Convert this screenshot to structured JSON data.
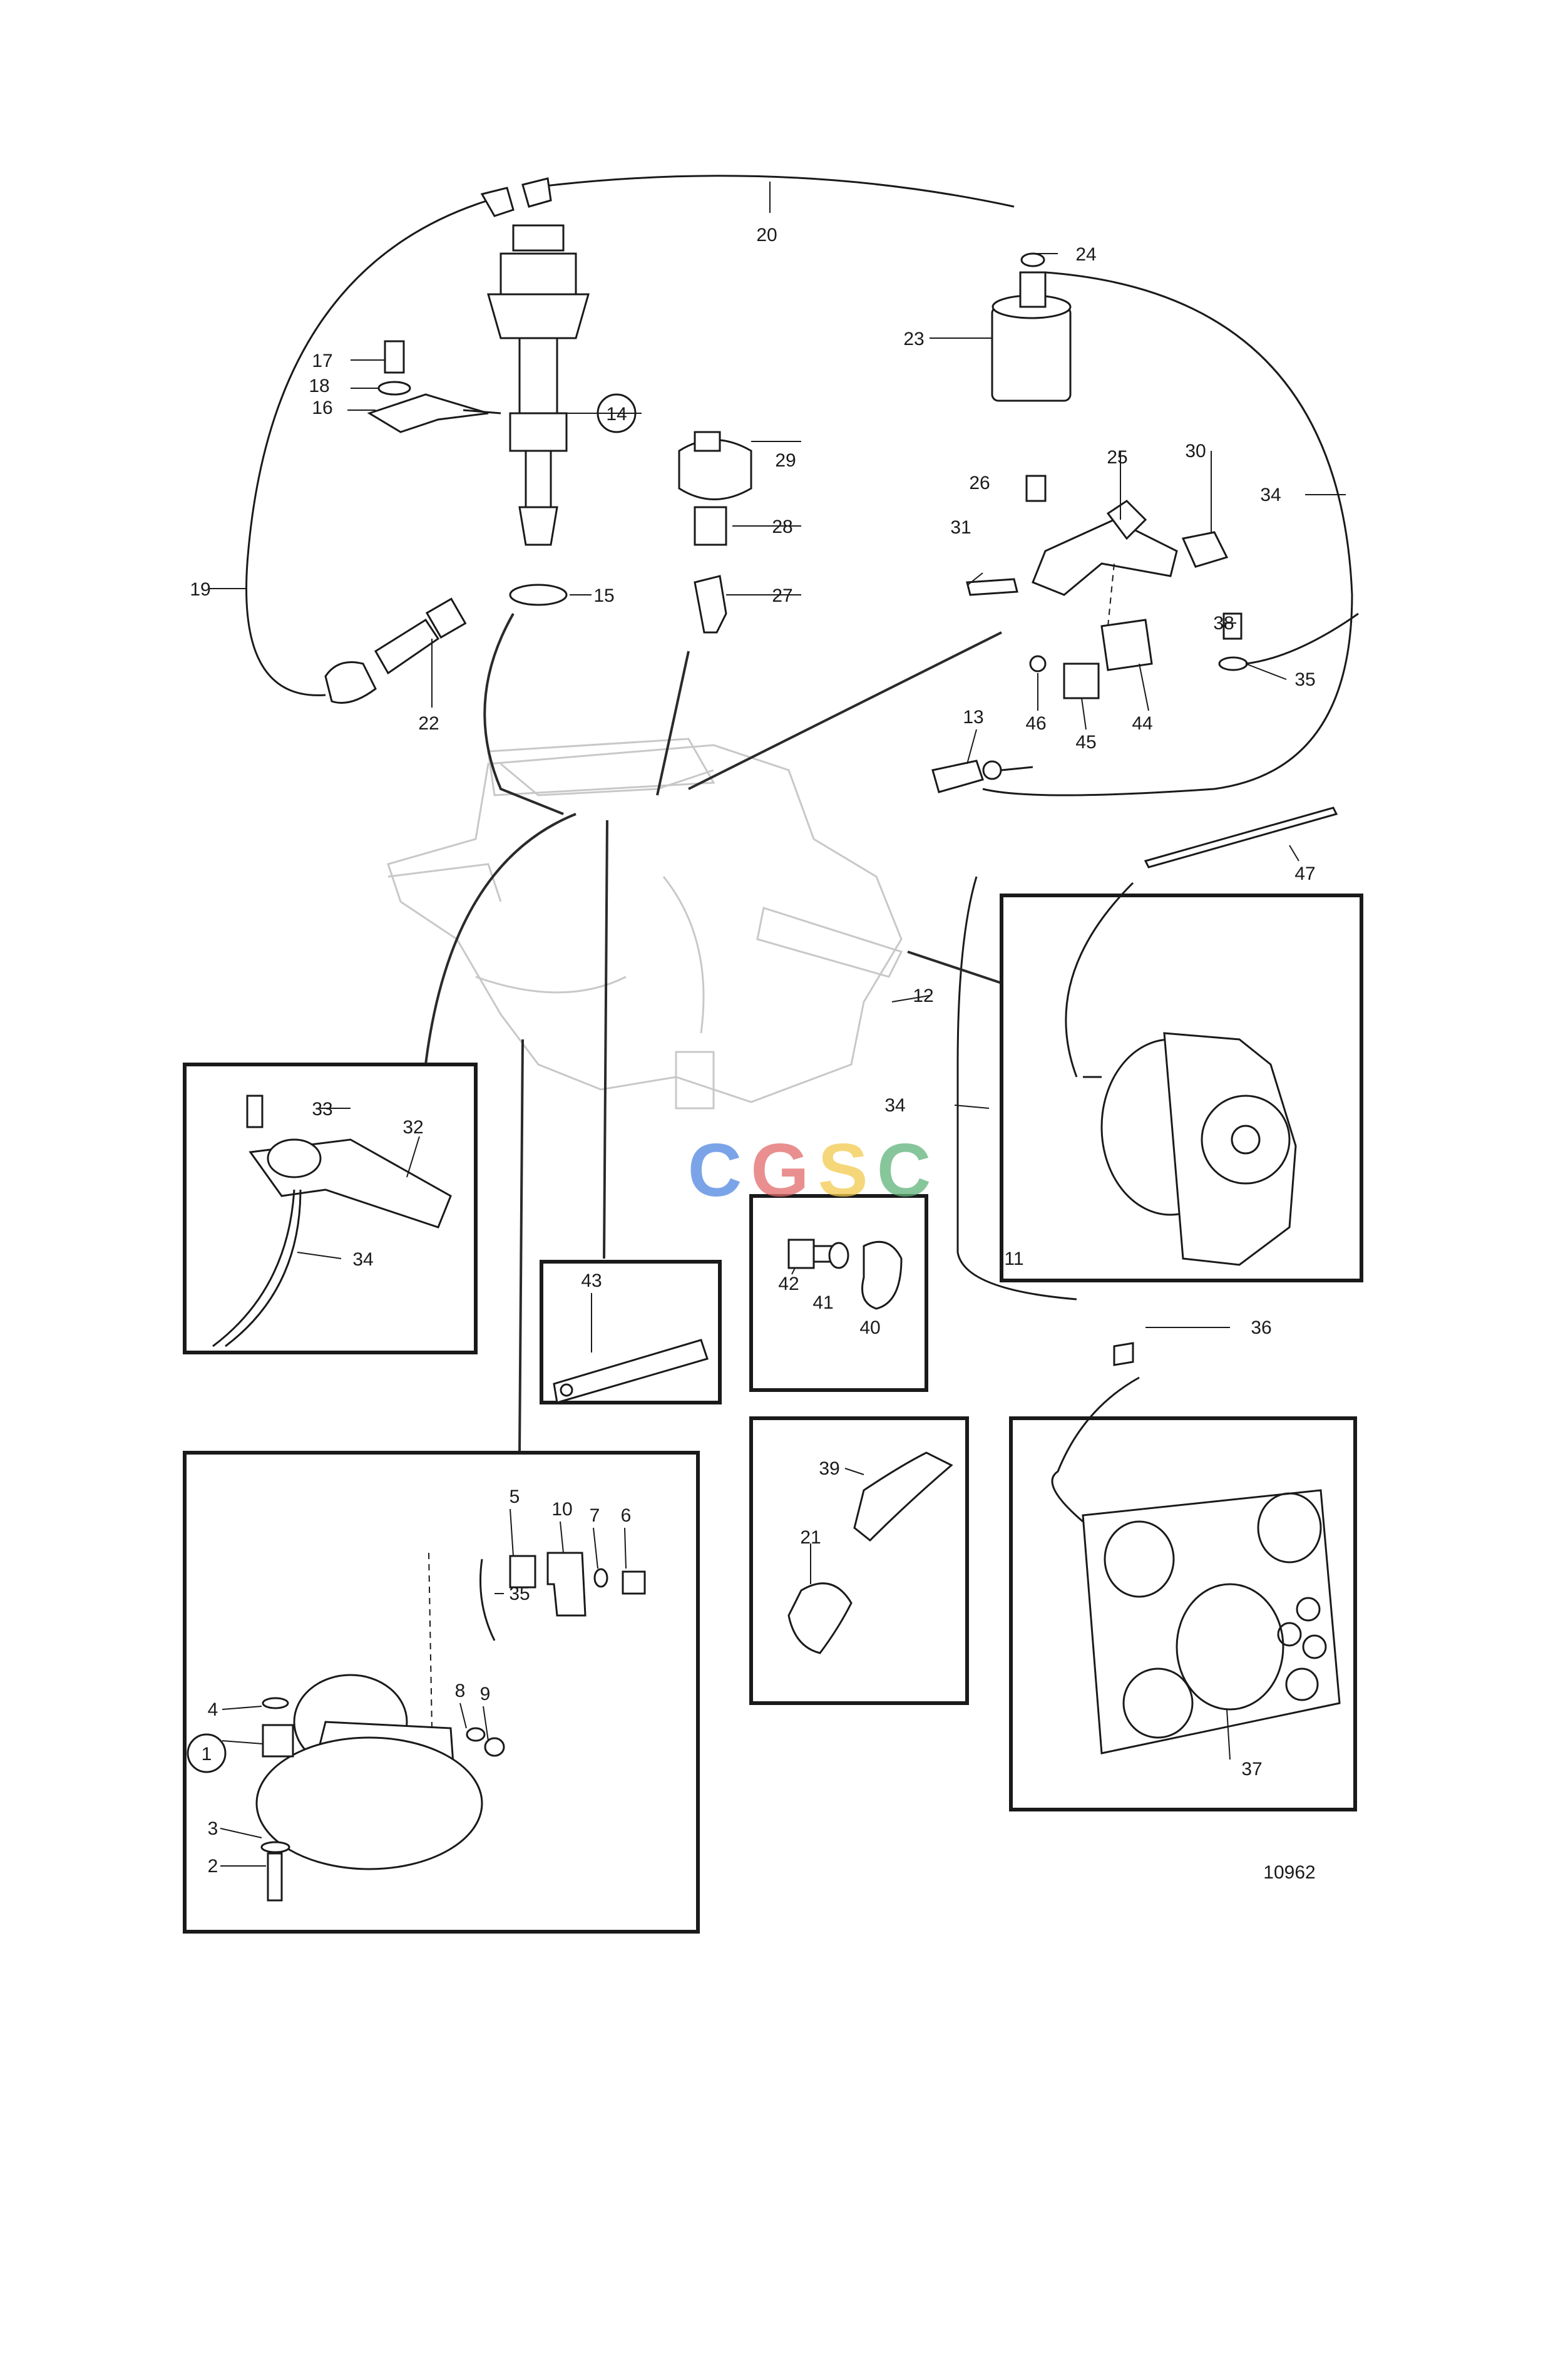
{
  "labels": {
    "l1": "1",
    "l2": "2",
    "l3": "3",
    "l4": "4",
    "l5": "5",
    "l6": "6",
    "l7": "7",
    "l8": "8",
    "l9": "9",
    "l10": "10",
    "l11": "11",
    "l12": "12",
    "l13": "13",
    "l14": "14",
    "l15": "15",
    "l16": "16",
    "l17": "17",
    "l18": "18",
    "l19": "19",
    "l20": "20",
    "l21": "21",
    "l22": "22",
    "l23": "23",
    "l24": "24",
    "l25": "25",
    "l26": "26",
    "l27": "27",
    "l28": "28",
    "l29": "29",
    "l30": "30",
    "l31": "31",
    "l32": "32",
    "l33": "33",
    "l34a": "34",
    "l34b": "34",
    "l34c": "34",
    "l35a": "35",
    "l35b": "35",
    "l36": "36",
    "l37": "37",
    "l38": "38",
    "l39": "39",
    "l40": "40",
    "l41": "41",
    "l42": "42",
    "l43": "43",
    "l44": "44",
    "l45": "45",
    "l46": "46",
    "l47": "47"
  },
  "drawing_number": "10962",
  "watermark": {
    "text": "CGSC",
    "colors": [
      "#4f86e0",
      "#e26a6a",
      "#f2c94c",
      "#5fb37a"
    ]
  }
}
